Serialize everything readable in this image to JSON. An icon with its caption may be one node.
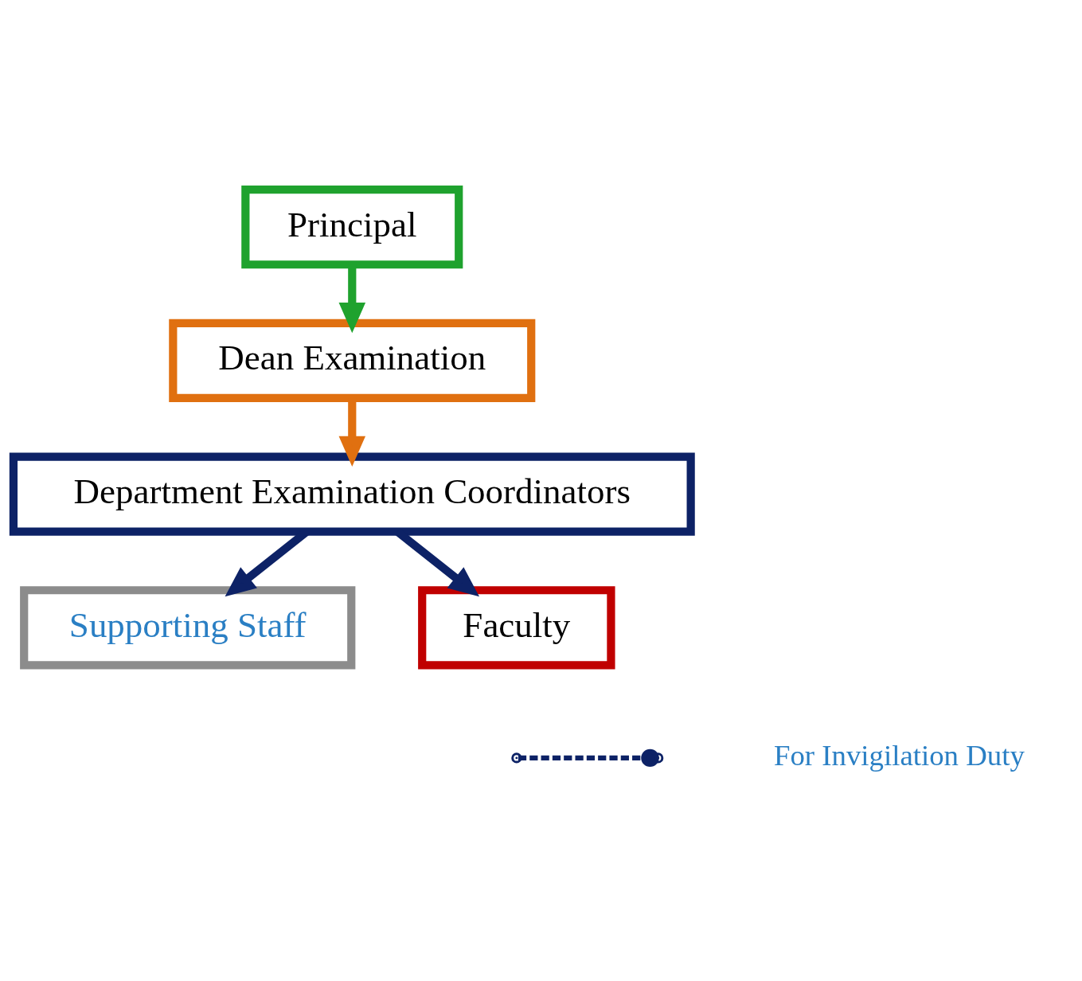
{
  "diagram": {
    "nodes": [
      {
        "text": [
          "Principal"
        ]
      },
      {
        "text": [
          "Dean Examination"
        ]
      },
      {
        "text": [
          "Department Examination Coordinators"
        ]
      },
      {
        "text": [
          "Supporting Staff"
        ]
      },
      {
        "text": [
          "Faculty"
        ]
      }
    ],
    "edges": [
      {
        "from": 0,
        "to": 1,
        "arrow": "to",
        "color": "#1fa22e"
      },
      {
        "from": 1,
        "to": 2,
        "arrow": "to",
        "color": "#e07010"
      },
      {
        "from": 2,
        "to": 3,
        "arrow": "to"
      },
      {
        "from": 2,
        "to": 4,
        "arrow": "to"
      }
    ],
    "legend": [
      {
        "text": "For Invigilation Duty"
      }
    ]
  }
}
